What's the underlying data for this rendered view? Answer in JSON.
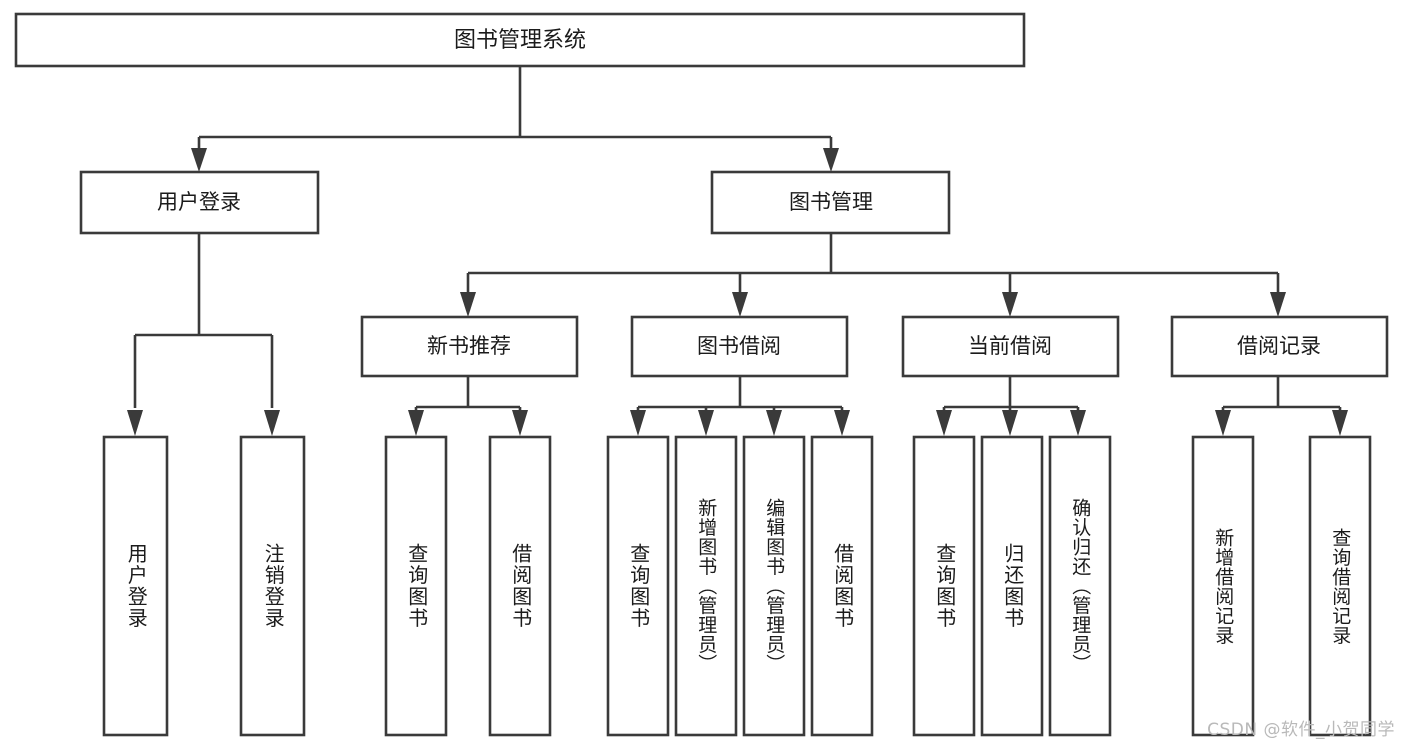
{
  "diagram": {
    "type": "tree",
    "title": "图书管理系统",
    "watermark": "CSDN @软件_小贺同学",
    "colors": {
      "background": "#ffffff",
      "box_stroke": "#3a3a3a",
      "box_fill": "#ffffff",
      "text": "#1b1b1b",
      "watermark": "#b9b9b9"
    },
    "root": {
      "label": "图书管理系统"
    },
    "level2": [
      {
        "label": "用户登录"
      },
      {
        "label": "图书管理"
      }
    ],
    "level3": [
      {
        "label": "新书推荐"
      },
      {
        "label": "图书借阅"
      },
      {
        "label": "当前借阅"
      },
      {
        "label": "借阅记录"
      }
    ],
    "leaves": {
      "user_login": [
        {
          "label": "用户登录"
        },
        {
          "label": "注销登录"
        }
      ],
      "new_book_recommend": [
        {
          "label": "查询图书"
        },
        {
          "label": "借阅图书"
        }
      ],
      "book_borrow": [
        {
          "label": "查询图书"
        },
        {
          "label": "新增图书（管理员）"
        },
        {
          "label": "编辑图书（管理员）"
        },
        {
          "label": "借阅图书"
        }
      ],
      "current_borrow": [
        {
          "label": "查询图书"
        },
        {
          "label": "归还图书"
        },
        {
          "label": "确认归还（管理员）"
        }
      ],
      "borrow_record": [
        {
          "label": "新增借阅记录"
        },
        {
          "label": "查询借阅记录"
        }
      ]
    }
  }
}
